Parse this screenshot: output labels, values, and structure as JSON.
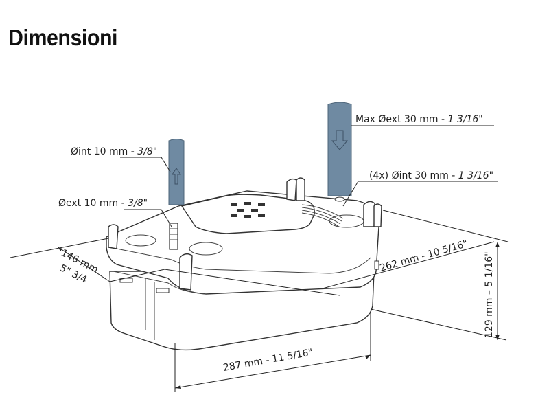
{
  "title": "Dimensioni",
  "labels": {
    "max_oext": {
      "main": "Max Øext 30 mm - ",
      "inch": "1 3/16\""
    },
    "oint_10": {
      "main": "Øint 10 mm - ",
      "inch": "3/8\""
    },
    "oint_30x4": {
      "main": "(4x) Øint 30 mm - ",
      "inch": "1 3/16\""
    },
    "oext_10": {
      "main": "Øext 10 mm - ",
      "inch": "3/8\""
    },
    "depth_mm": "146 mm",
    "depth_in": "5\" 3/4",
    "width_262": "262 mm - 10 5/16\"",
    "height_129": "129 mm – 5 1/16\"",
    "length_287": "287 mm - 11 5/16\""
  },
  "colors": {
    "pipe": "#6f8aa2",
    "pipe_stroke": "#4d6478",
    "line": "#222222"
  }
}
